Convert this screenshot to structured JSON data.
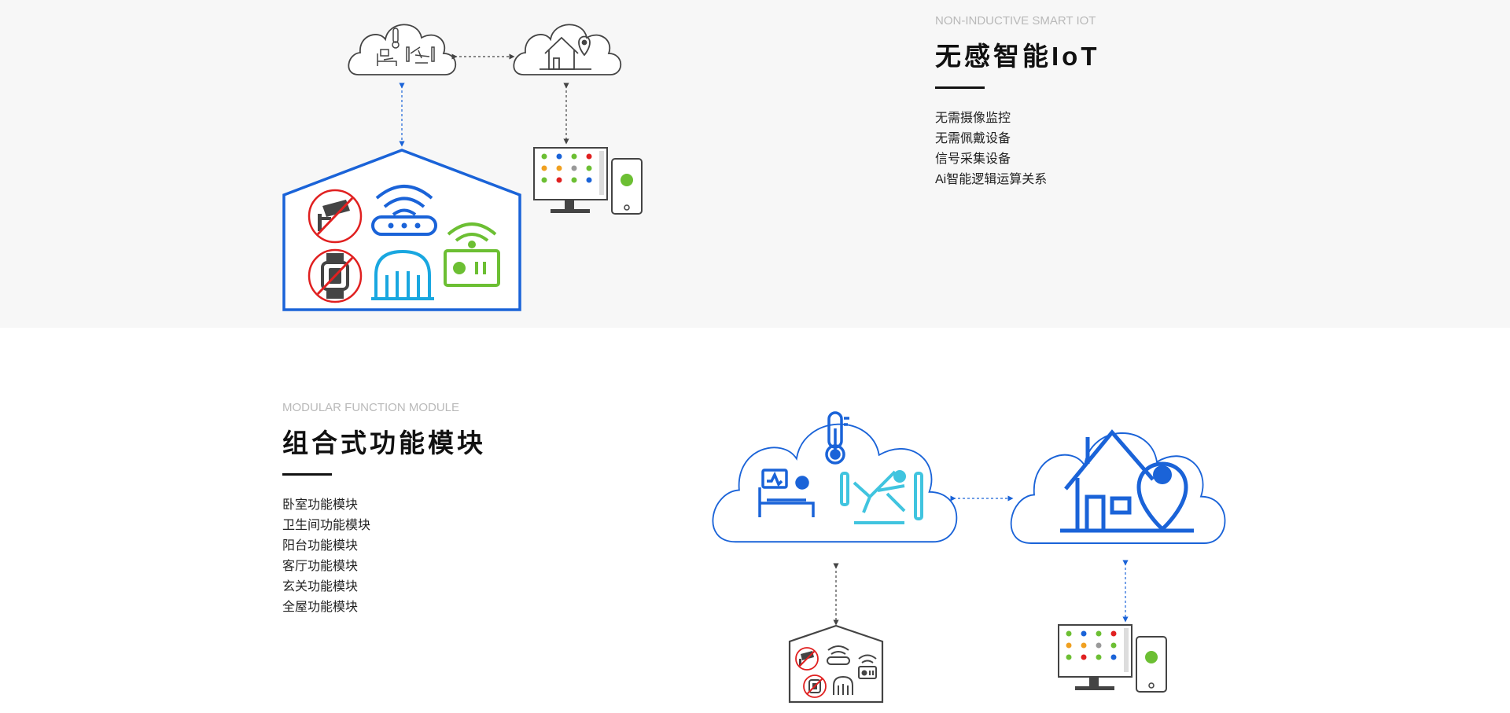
{
  "section_iot": {
    "eyebrow": "NON-INDUCTIVE SMART IOT",
    "title": "无感智能IoT",
    "features": [
      "无需摄像监控",
      "无需佩戴设备",
      "信号采集设备",
      "Ai智能逻辑运算关系"
    ]
  },
  "section_modules": {
    "eyebrow": "MODULAR FUNCTION MODULE",
    "title": "组合式功能模块",
    "features": [
      "卧室功能模块",
      "卫生间功能模块",
      "阳台功能模块",
      "客厅功能模块",
      "玄关功能模块",
      "全屋功能模块"
    ]
  },
  "colors": {
    "top_band": "#f7f7f7",
    "blue": "#1a63d8",
    "light_blue": "#19a7e0",
    "cyan": "#40c4df",
    "green": "#6cbf33",
    "red": "#e02020",
    "dark_gray": "#444444",
    "text": "#111111",
    "muted": "#b9b9b9"
  },
  "icons": [
    "cloud-icon",
    "thermometer-icon",
    "patient-bed-icon",
    "fall-detection-icon",
    "house-location-icon",
    "monitor-icon",
    "smartphone-icon",
    "no-camera-icon",
    "no-smartwatch-icon",
    "wifi-router-icon",
    "radar-sensor-icon",
    "signal-device-icon"
  ]
}
